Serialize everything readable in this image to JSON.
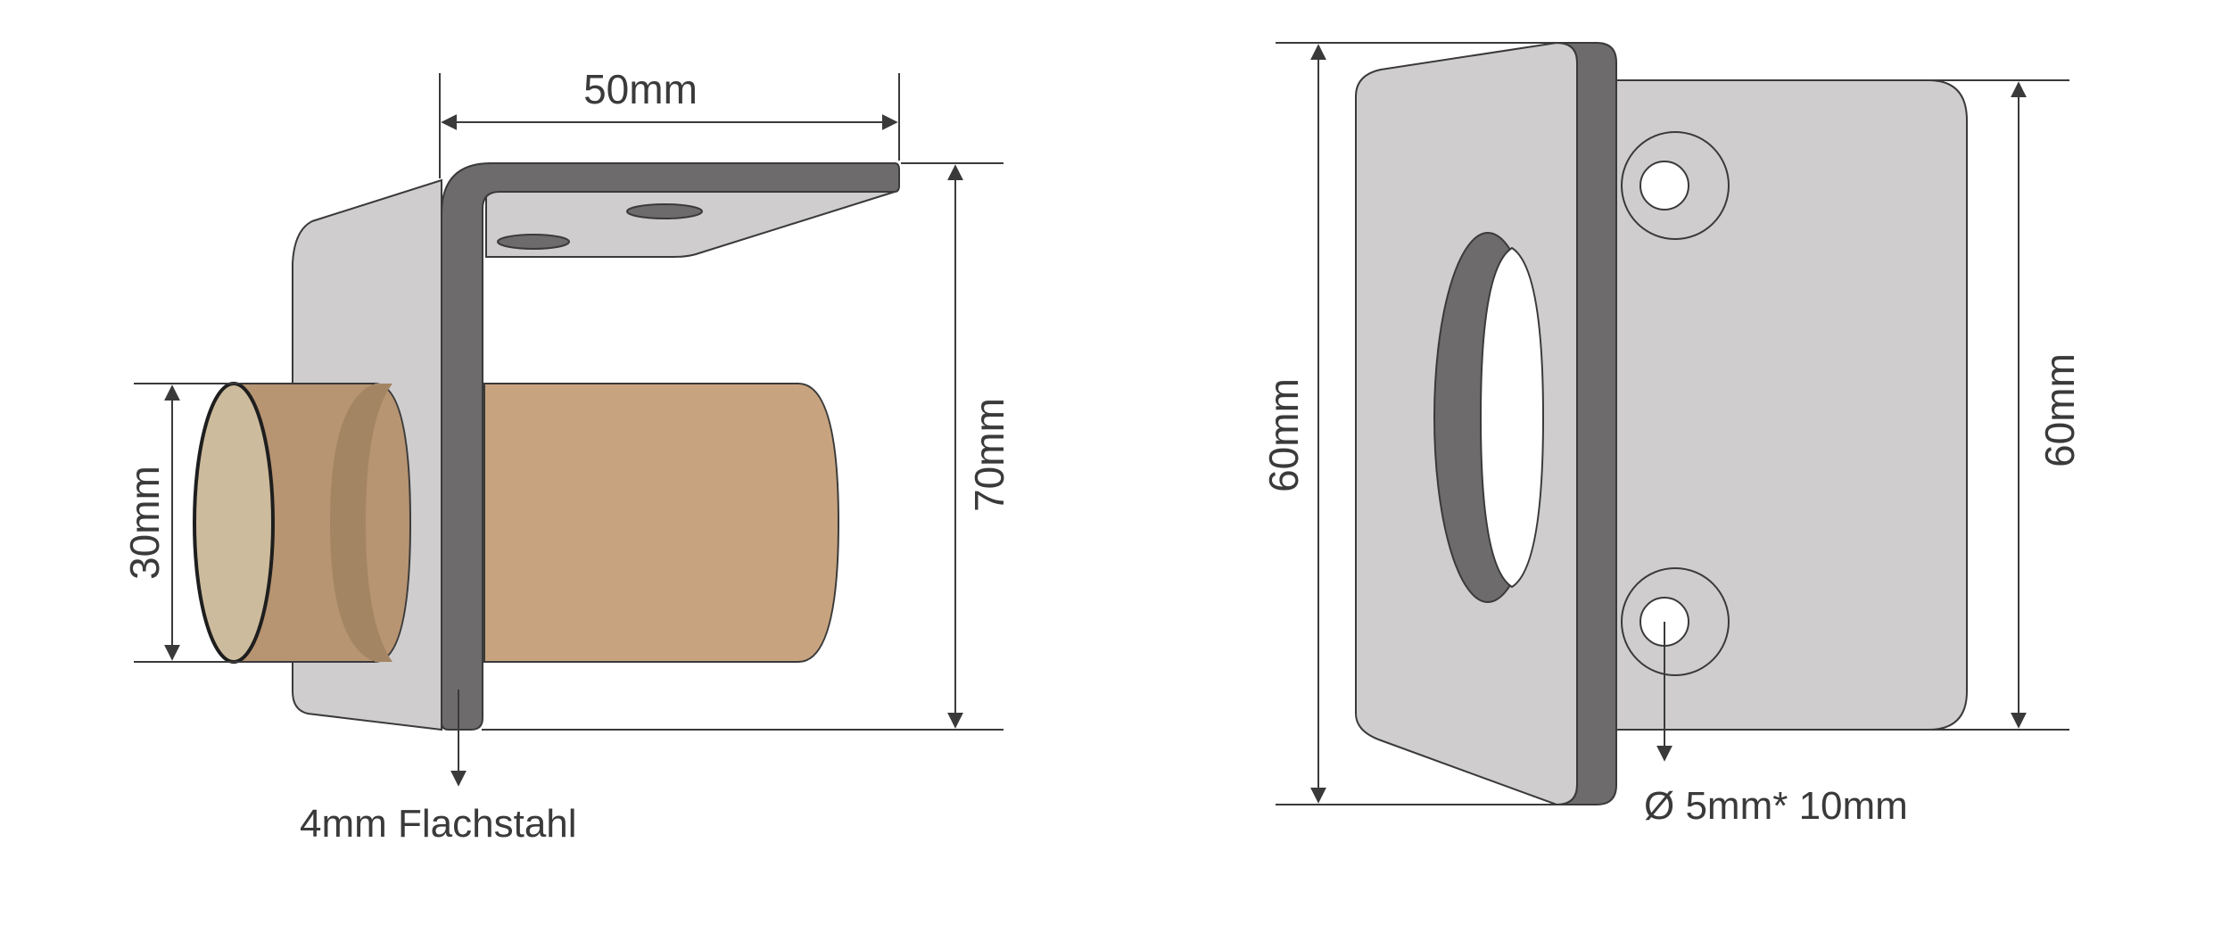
{
  "colors": {
    "steel_face": "#cfcdce",
    "steel_edge": "#6d6b6c",
    "wood": "#c7a47f",
    "wood_end": "#cdbb9d",
    "line": "#3a3a3a",
    "hole": "#ffffff"
  },
  "left_view": {
    "width_label": "50mm",
    "height_label": "70mm",
    "diameter_label": "30mm",
    "material_label": "4mm Flachstahl"
  },
  "right_view": {
    "plate_height_label": "60mm",
    "bracket_height_label": "60mm",
    "hole_label": "Ø 5mm* 10mm"
  }
}
